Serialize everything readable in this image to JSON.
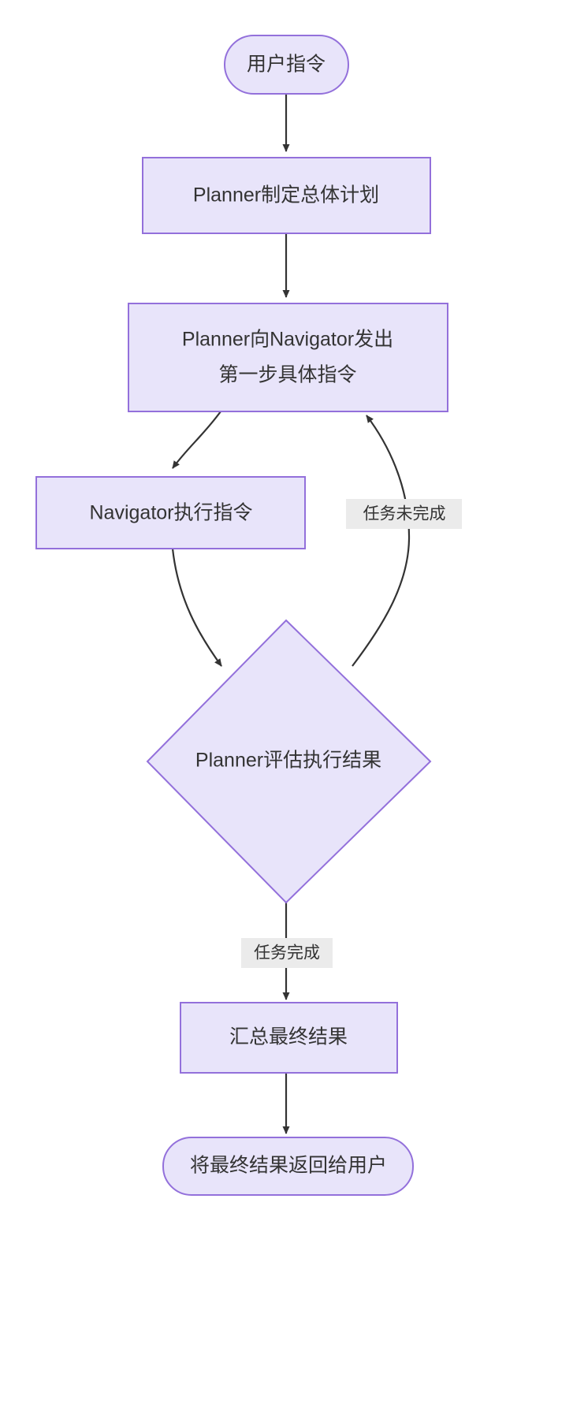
{
  "diagram": {
    "type": "flowchart",
    "direction": "top-to-bottom",
    "background_color": "#ffffff",
    "node_fill_color": "#e8e4fa",
    "node_border_color": "#9370db",
    "edge_color": "#333333",
    "edge_label_bg_color": "#ebebeb",
    "text_color": "#333333",
    "nodes": [
      {
        "id": "start",
        "shape": "stadium",
        "label": "用户指令"
      },
      {
        "id": "plan",
        "shape": "rectangle",
        "label": "Planner制定总体计划"
      },
      {
        "id": "instruct",
        "shape": "rectangle",
        "label_line1": "Planner向Navigator发出",
        "label_line2": "第一步具体指令"
      },
      {
        "id": "execute",
        "shape": "rectangle",
        "label": "Navigator执行指令"
      },
      {
        "id": "evaluate",
        "shape": "diamond",
        "label": "Planner评估执行结果"
      },
      {
        "id": "summarize",
        "shape": "rectangle",
        "label": "汇总最终结果"
      },
      {
        "id": "return",
        "shape": "stadium",
        "label": "将最终结果返回给用户"
      }
    ],
    "edges": [
      {
        "id": "e1",
        "from": "start",
        "to": "plan",
        "label": ""
      },
      {
        "id": "e2",
        "from": "plan",
        "to": "instruct",
        "label": ""
      },
      {
        "id": "e3",
        "from": "instruct",
        "to": "execute",
        "label": ""
      },
      {
        "id": "e4",
        "from": "execute",
        "to": "evaluate",
        "label": ""
      },
      {
        "id": "e5",
        "from": "evaluate",
        "to": "instruct",
        "label": "任务未完成"
      },
      {
        "id": "e6",
        "from": "evaluate",
        "to": "summarize",
        "label": "任务完成"
      },
      {
        "id": "e7",
        "from": "summarize",
        "to": "return",
        "label": ""
      }
    ]
  }
}
